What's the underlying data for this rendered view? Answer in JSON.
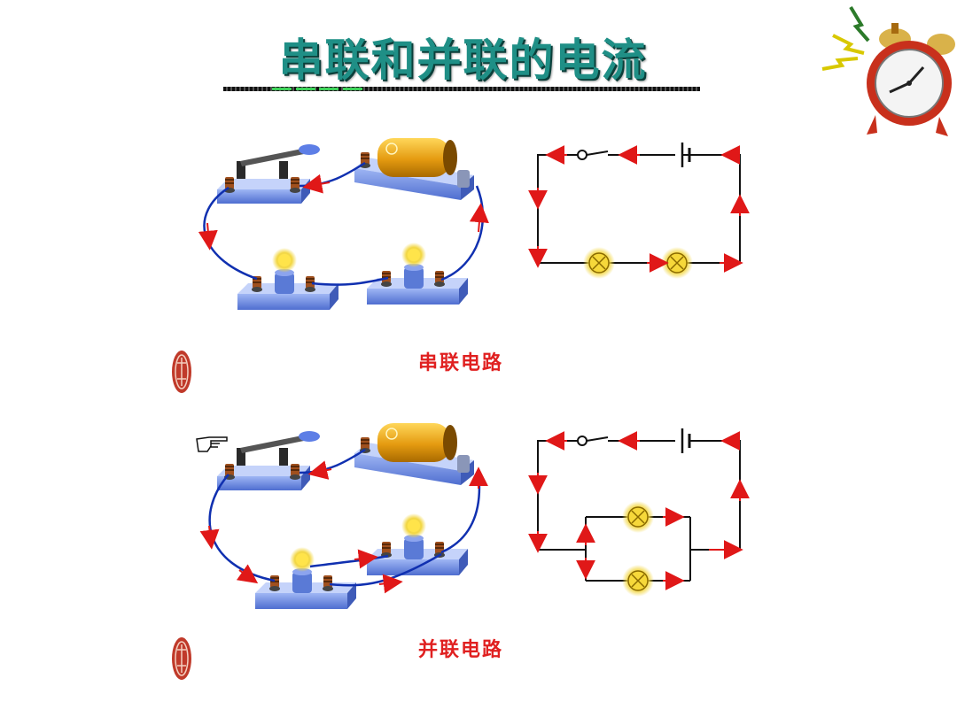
{
  "slide": {
    "title": "串联和并联的电流",
    "series_caption": "串联电路",
    "parallel_caption": "并联电路"
  },
  "icons": [
    "alarm-clock-icon",
    "seal-icon",
    "pointing-hand-icon",
    "switch-icon",
    "battery-icon",
    "lamp-icon"
  ],
  "colors": {
    "title": "#1f8f86",
    "caption": "#e02020",
    "arrow": "#e01818",
    "wire": "#1030b0",
    "base": "#6f8fe0",
    "bulb": "#f2d640"
  }
}
